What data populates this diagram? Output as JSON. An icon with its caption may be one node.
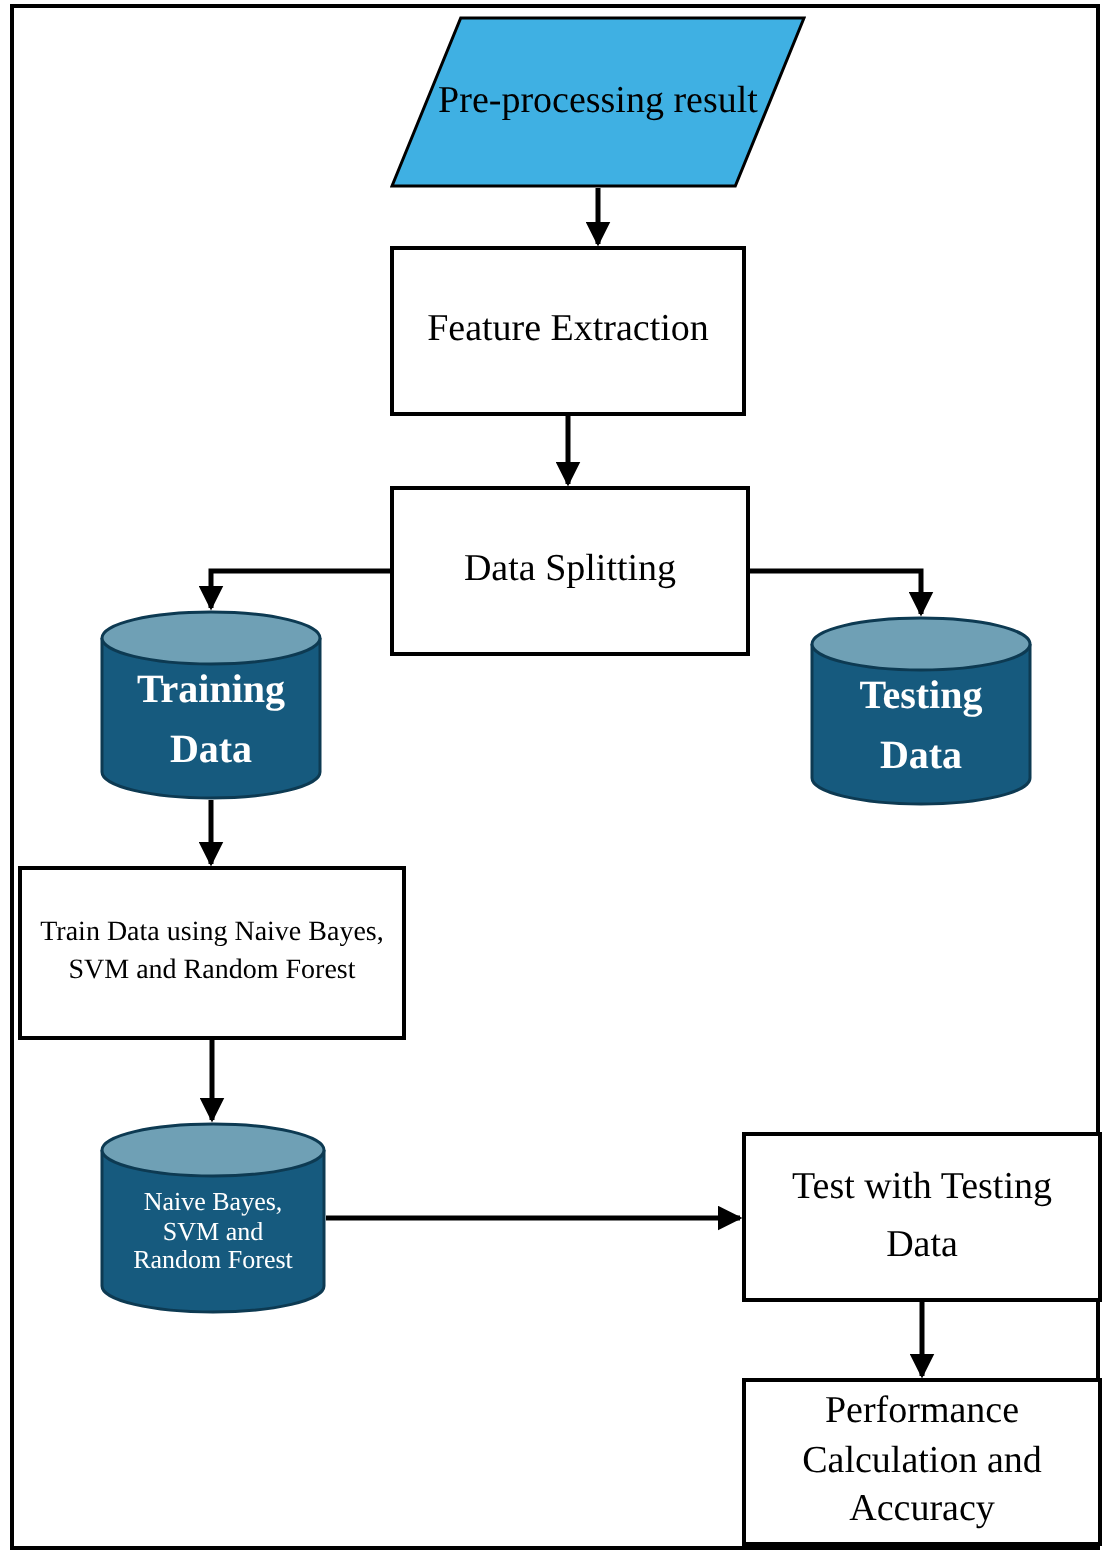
{
  "diagram": {
    "nodes": [
      {
        "text": [
          "Pre-processing result"
        ]
      },
      {
        "text": [
          "Feature Extraction"
        ]
      },
      {
        "text": [
          "Data Splitting"
        ]
      },
      {
        "text": [
          "Training Data"
        ]
      },
      {
        "text": [
          "Testing Data"
        ]
      },
      {
        "text": [
          "Train Data using Naive Bayes, SVM and Random Forest"
        ]
      },
      {
        "text": [
          "Naive Bayes, SVM and Random Forest"
        ]
      },
      {
        "text": [
          "Test with Testing Data"
        ]
      },
      {
        "text": [
          "Performance Calculation and Accuracy"
        ]
      }
    ],
    "edges": [
      {
        "from": 0,
        "to": 1,
        "arrow": "to"
      },
      {
        "from": 1,
        "to": 2,
        "arrow": "to"
      },
      {
        "from": 2,
        "to": 3,
        "arrow": "to"
      },
      {
        "from": 2,
        "to": 4,
        "arrow": "to"
      },
      {
        "from": 3,
        "to": 5,
        "arrow": "to"
      },
      {
        "from": 5,
        "to": 6,
        "arrow": "to"
      },
      {
        "from": 6,
        "to": 7,
        "arrow": "to"
      },
      {
        "from": 7,
        "to": 8,
        "arrow": "to"
      }
    ]
  }
}
